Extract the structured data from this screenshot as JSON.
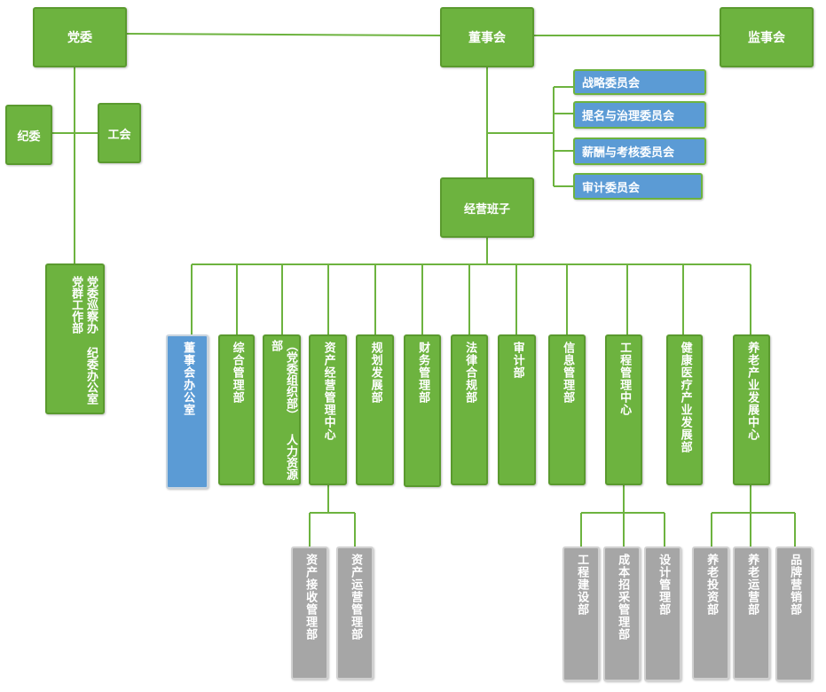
{
  "top": {
    "party_committee": "党委",
    "board": "董事会",
    "supervisory_board": "监事会"
  },
  "party": {
    "discipline": "纪委",
    "union": "工会",
    "office_col1": "党群工作部",
    "office_col2": "纪委办公室",
    "office_col3": "党委巡察办"
  },
  "committees": [
    {
      "label": "战略委员会"
    },
    {
      "label": "提名与治理委员会"
    },
    {
      "label": "薪酬与考核委员会"
    },
    {
      "label": "审计委员会"
    }
  ],
  "management": "经营班子",
  "departments": [
    {
      "label": "董事会办公室"
    },
    {
      "label": "综合管理部"
    },
    {
      "label": "（党委组织部）",
      "label2": "人力资源部"
    },
    {
      "label": "资产经营管理中心"
    },
    {
      "label": "规划发展部"
    },
    {
      "label": "财务管理部"
    },
    {
      "label": "法律合规部"
    },
    {
      "label": "审计部"
    },
    {
      "label": "信息管理部"
    },
    {
      "label": "工程管理中心"
    },
    {
      "label": "健康医疗产业发展部"
    },
    {
      "label": "养老产业发展中心"
    }
  ],
  "asset_subunits": [
    {
      "label": "资产接收管理部"
    },
    {
      "label": "资产运营管理部"
    }
  ],
  "engineering_subunits": [
    {
      "label": "工程建设部"
    },
    {
      "label": "成本招采管理部"
    },
    {
      "label": "设计管理部"
    }
  ],
  "elderly_subunits": [
    {
      "label": "养老投资部"
    },
    {
      "label": "养老运营部"
    },
    {
      "label": "品牌营销部"
    }
  ],
  "colors": {
    "green": "#6db33f",
    "blue": "#5b9bd5",
    "gray": "#a6a6a6",
    "line": "#6db33f"
  }
}
